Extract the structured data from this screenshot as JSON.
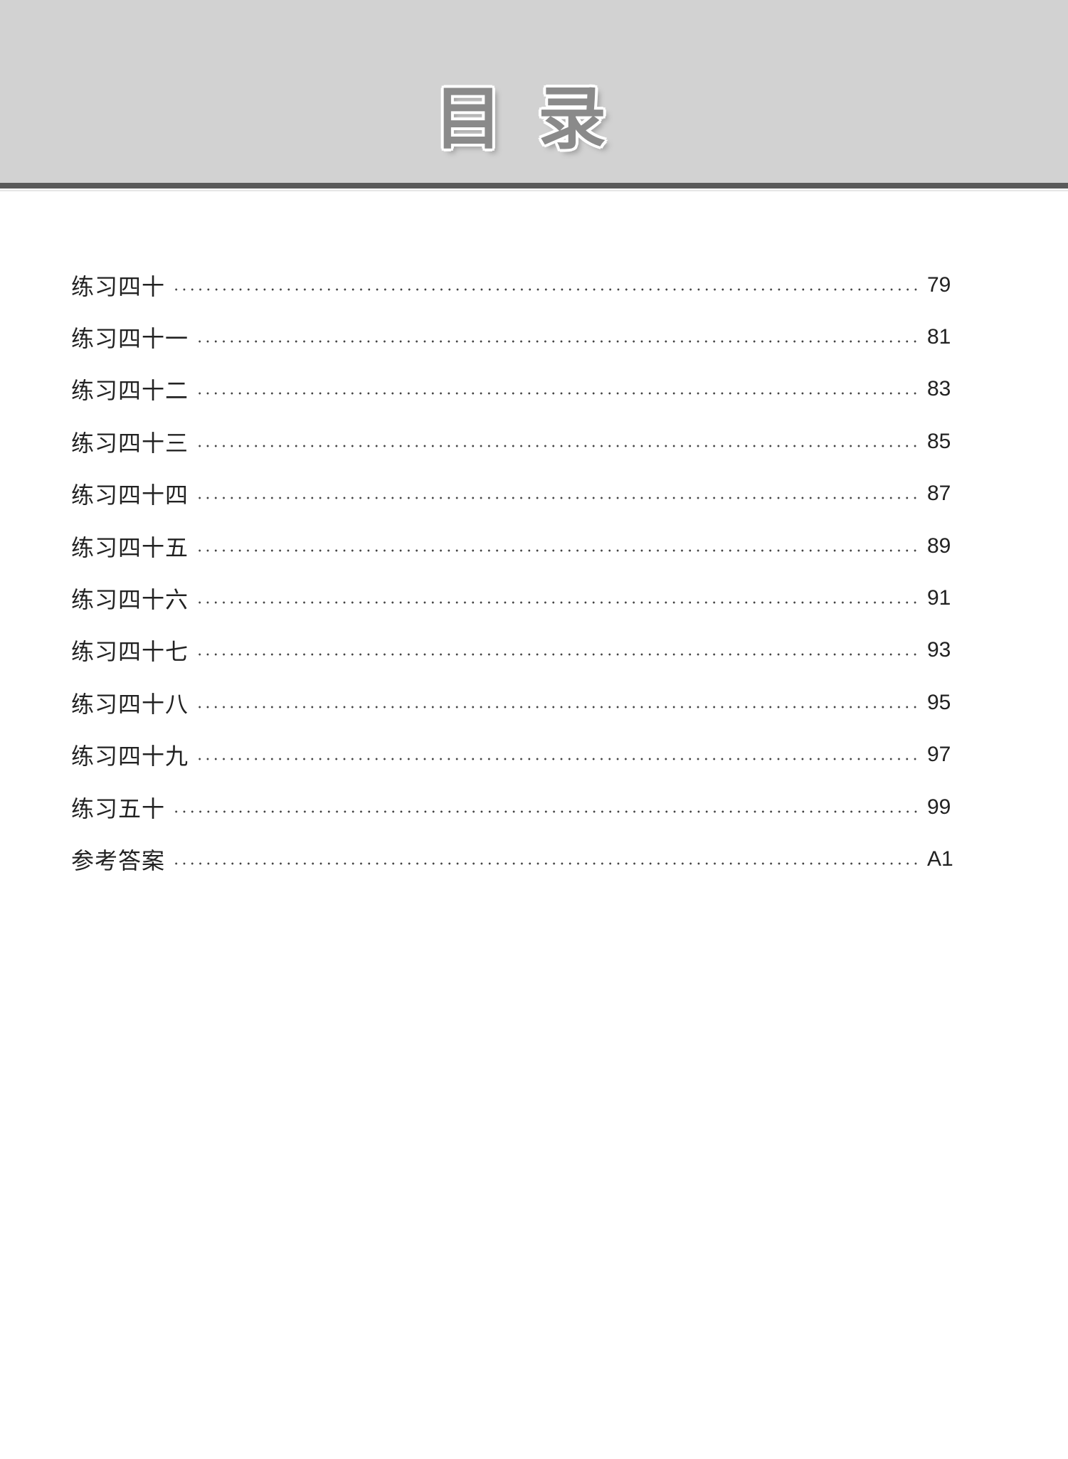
{
  "header": {
    "title_chars": [
      "目",
      "录"
    ]
  },
  "toc": {
    "entries": [
      {
        "label": "练习四十",
        "page": "79"
      },
      {
        "label": "练习四十一",
        "page": "81"
      },
      {
        "label": "练习四十二",
        "page": "83"
      },
      {
        "label": "练习四十三",
        "page": "85"
      },
      {
        "label": "练习四十四",
        "page": "87"
      },
      {
        "label": "练习四十五",
        "page": "89"
      },
      {
        "label": "练习四十六",
        "page": "91"
      },
      {
        "label": "练习四十七",
        "page": "93"
      },
      {
        "label": "练习四十八",
        "page": "95"
      },
      {
        "label": "练习四十九",
        "page": "97"
      },
      {
        "label": "练习五十",
        "page": "99"
      },
      {
        "label": "参考答案",
        "page": "A1"
      }
    ]
  }
}
